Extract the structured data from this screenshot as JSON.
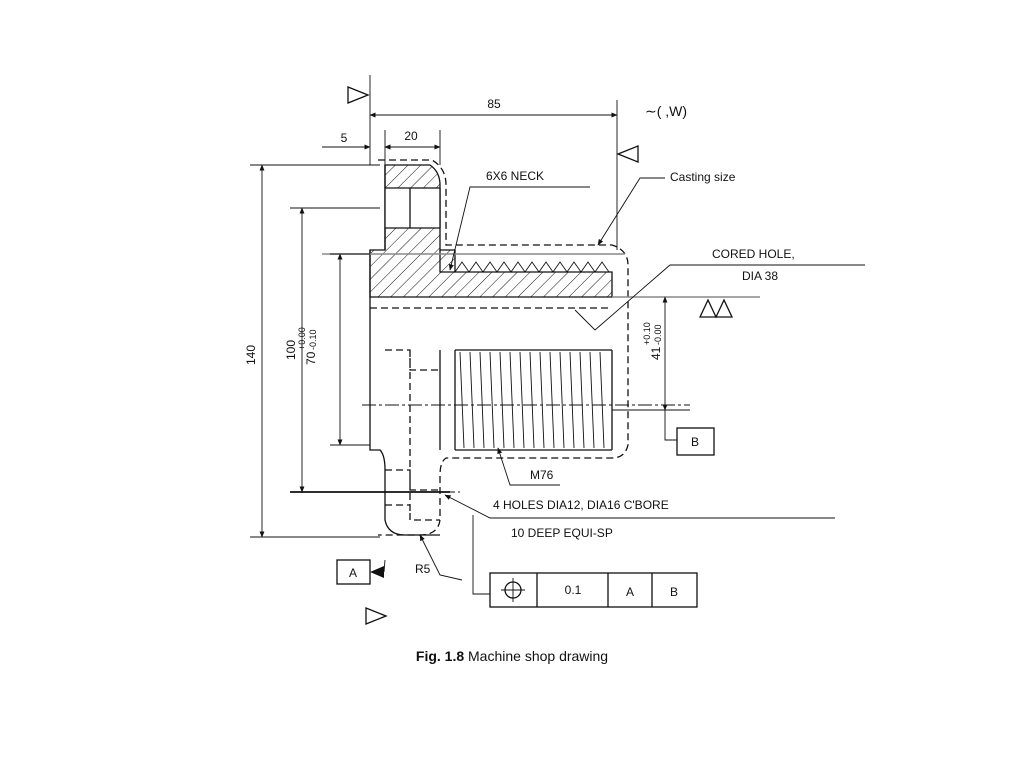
{
  "dimensions": {
    "overall_length": "85",
    "flange_thickness": "5",
    "flange_width": "20",
    "outer_dia": "140",
    "bolt_circle": "100",
    "bore_dia": "70",
    "bore_tol_upper": "+0.00",
    "bore_tol_lower": "-0.10",
    "depth_dim": "41",
    "depth_tol_upper": "+0.10",
    "depth_tol_lower": "-0.00"
  },
  "notes": {
    "surface_symbol": "∼( ,W)",
    "neck": "6X6 NECK",
    "casting_size": "Casting size",
    "cored_hole_line1": "CORED HOLE,",
    "cored_hole_line2": "DIA 38",
    "thread": "M76",
    "holes_line1": "4 HOLES DIA12, DIA16 C'BORE",
    "holes_line2": "10 DEEP EQUI-SP",
    "radius": "R5"
  },
  "datums": {
    "a": "A",
    "b": "B"
  },
  "feature_control_frame": {
    "symbol": "position-icon",
    "tolerance": "0.1",
    "datum1": "A",
    "datum2": "B"
  },
  "caption": {
    "figure": "Fig. 1.8",
    "title": "Machine shop drawing"
  }
}
